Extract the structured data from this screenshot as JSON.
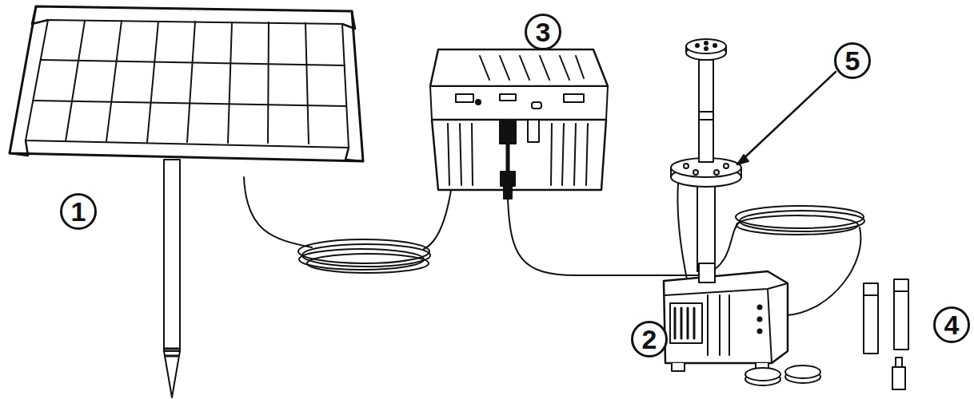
{
  "diagram": {
    "nodes": [
      {
        "text": [
          "3"
        ]
      },
      {
        "text": [
          "5"
        ]
      },
      {
        "text": [
          "1"
        ]
      },
      {
        "text": [
          "4"
        ]
      },
      {
        "text": [
          "2"
        ]
      }
    ]
  }
}
